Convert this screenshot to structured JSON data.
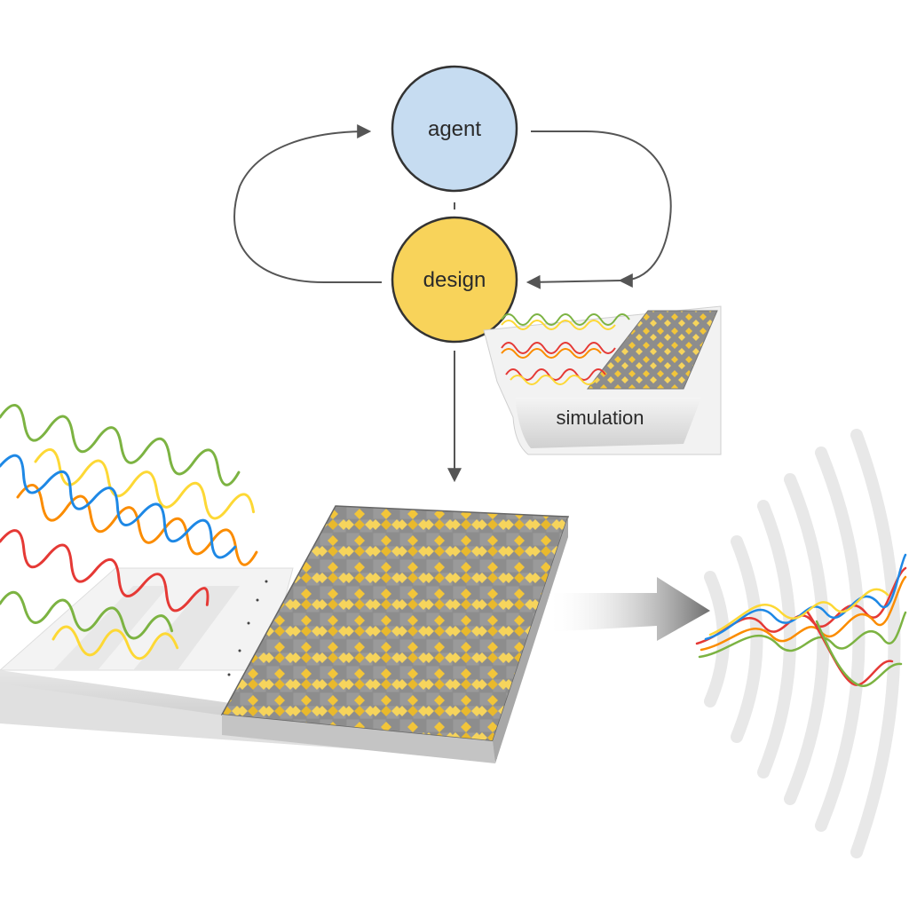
{
  "diagram": {
    "nodes": {
      "agent": {
        "label": "agent",
        "fill": "#c6dcf1",
        "stroke": "#333333"
      },
      "design": {
        "label": "design",
        "fill": "#f8d35a",
        "stroke": "#333333"
      }
    },
    "simulation": {
      "label": "simulation"
    },
    "colors": {
      "metal": "#f2c53a",
      "substrate": "#8a8a8a",
      "arrow": "#555555",
      "waves": [
        "#e53935",
        "#fb8c00",
        "#fdd835",
        "#7cb342",
        "#1e88e5"
      ]
    },
    "icons": {
      "incident_waves": "light-waves-icon",
      "output_waves": "scattered-waves-icon",
      "metasurface": "metasurface-panel-icon"
    }
  }
}
